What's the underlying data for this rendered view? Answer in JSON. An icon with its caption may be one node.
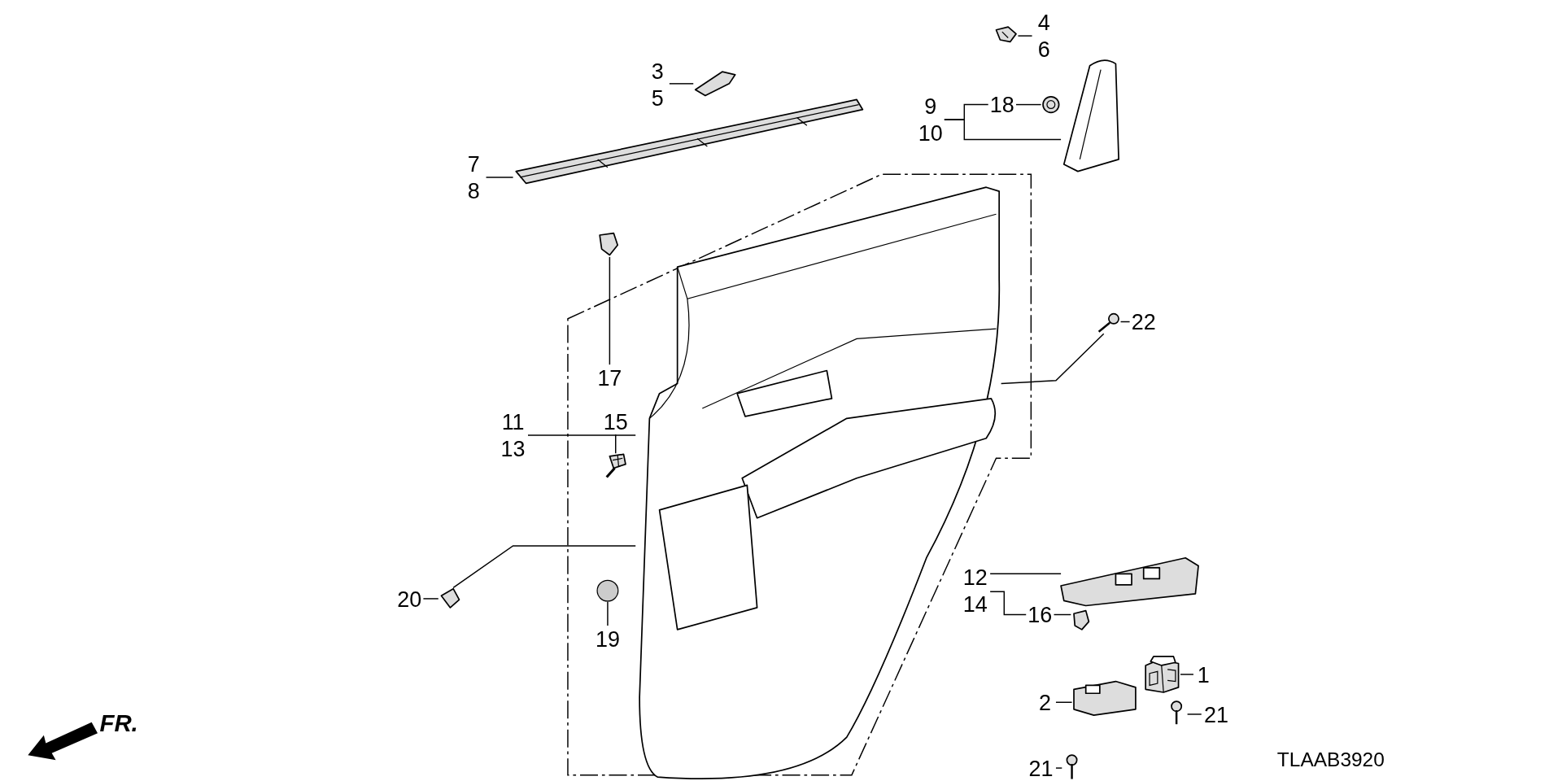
{
  "diagram": {
    "nodes": [
      {
        "text": [
          "4",
          "6"
        ]
      },
      {
        "text": [],
        "shape": "picture"
      },
      {
        "text": [
          "9",
          "10"
        ]
      },
      {
        "text": [
          "18"
        ]
      },
      {
        "text": [],
        "shape": "picture"
      },
      {
        "text": [],
        "shape": "picture"
      },
      {
        "text": [
          "3",
          "5"
        ]
      },
      {
        "text": [],
        "shape": "picture"
      },
      {
        "text": [],
        "shape": "picture"
      },
      {
        "text": [
          "7",
          "8"
        ]
      },
      {
        "text": [],
        "shape": "picture"
      },
      {
        "text": [
          "22"
        ]
      },
      {
        "text": [],
        "shape": "picture"
      },
      {
        "text": [],
        "shape": "picture"
      },
      {
        "text": [
          "17"
        ]
      },
      {
        "text": [
          "11",
          "13"
        ]
      },
      {
        "text": [
          "15"
        ]
      },
      {
        "text": [],
        "shape": "picture"
      },
      {
        "text": [
          "12",
          "14"
        ]
      },
      {
        "text": [],
        "shape": "picture"
      },
      {
        "text": [
          "16"
        ]
      },
      {
        "text": [],
        "shape": "picture"
      },
      {
        "text": [
          "20"
        ]
      },
      {
        "text": [],
        "shape": "picture"
      },
      {
        "text": [],
        "shape": "circle"
      },
      {
        "text": [
          "19"
        ]
      },
      {
        "text": [
          "1"
        ]
      },
      {
        "text": [],
        "shape": "picture"
      },
      {
        "text": [
          "2"
        ]
      },
      {
        "text": [],
        "shape": "picture"
      },
      {
        "text": [
          "21"
        ]
      },
      {
        "text": [],
        "shape": "picture"
      },
      {
        "text": [
          "21"
        ]
      },
      {
        "text": [],
        "shape": "picture"
      }
    ],
    "edges": [
      {
        "from": 0,
        "to": 1,
        "arrow": "none"
      },
      {
        "from": 2,
        "to": 5,
        "arrow": "none"
      },
      {
        "from": 2,
        "to": 3,
        "arrow": "none"
      },
      {
        "from": 3,
        "to": 4,
        "arrow": "none"
      },
      {
        "from": 6,
        "to": 7,
        "arrow": "none"
      },
      {
        "from": 9,
        "to": 8,
        "arrow": "none"
      },
      {
        "from": 11,
        "to": 12,
        "arrow": "none"
      },
      {
        "from": 12,
        "to": 10,
        "arrow": "none"
      },
      {
        "from": 14,
        "to": 13,
        "arrow": "none"
      },
      {
        "from": 15,
        "to": 10,
        "arrow": "none"
      },
      {
        "from": 16,
        "to": 17,
        "arrow": "none"
      },
      {
        "from": 18,
        "to": 19,
        "arrow": "none"
      },
      {
        "from": 18,
        "to": 20,
        "arrow": "none"
      },
      {
        "from": 20,
        "to": 21,
        "arrow": "none"
      },
      {
        "from": 22,
        "to": 23,
        "arrow": "none"
      },
      {
        "from": 23,
        "to": 10,
        "arrow": "none"
      },
      {
        "from": 25,
        "to": 24,
        "arrow": "none"
      },
      {
        "from": 26,
        "to": 27,
        "arrow": "none"
      },
      {
        "from": 28,
        "to": 29,
        "arrow": "none"
      },
      {
        "from": 30,
        "to": 31,
        "arrow": "none"
      },
      {
        "from": 32,
        "to": 33,
        "arrow": "none"
      }
    ],
    "labels": [
      "FR.",
      "TLAAB3920"
    ]
  }
}
